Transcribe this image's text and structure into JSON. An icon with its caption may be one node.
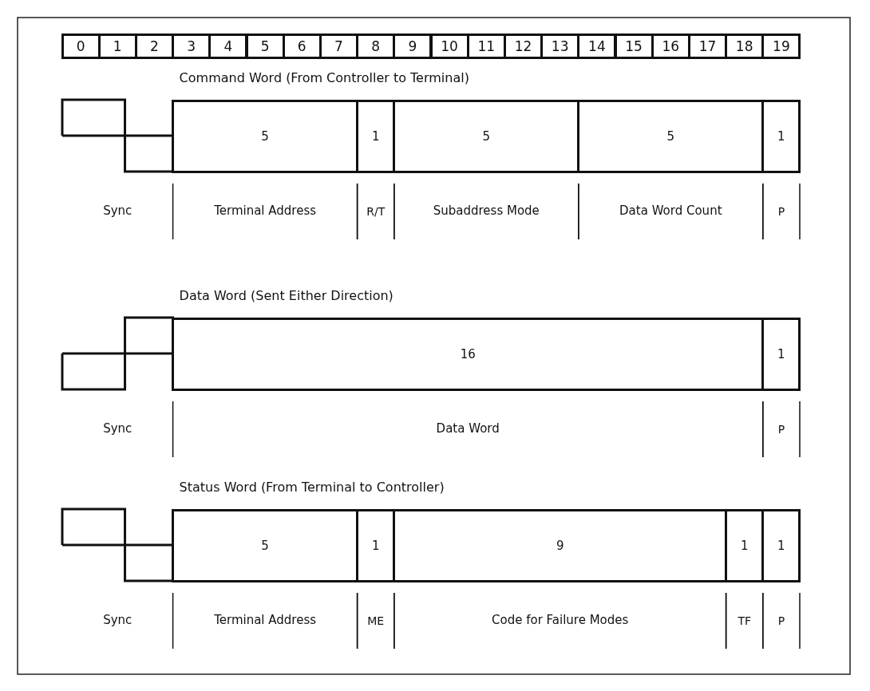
{
  "diagram": {
    "nodes": [
      {
        "text": [
          "0"
        ]
      },
      {
        "text": [
          "1"
        ]
      },
      {
        "text": [
          "2"
        ]
      },
      {
        "text": [
          "3"
        ]
      },
      {
        "text": [
          "4"
        ]
      },
      {
        "text": [
          "5"
        ]
      },
      {
        "text": [
          "6"
        ]
      },
      {
        "text": [
          "7"
        ]
      },
      {
        "text": [
          "8"
        ]
      },
      {
        "text": [
          "9"
        ]
      },
      {
        "text": [
          "10"
        ]
      },
      {
        "text": [
          "11"
        ]
      },
      {
        "text": [
          "12"
        ]
      },
      {
        "text": [
          "13"
        ]
      },
      {
        "text": [
          "14"
        ]
      },
      {
        "text": [
          "15"
        ]
      },
      {
        "text": [
          "16"
        ]
      },
      {
        "text": [
          "17"
        ]
      },
      {
        "text": [
          "18"
        ]
      },
      {
        "text": [
          "19"
        ]
      },
      {
        "text": [
          "5"
        ]
      },
      {
        "text": [
          "1"
        ]
      },
      {
        "text": [
          "5"
        ]
      },
      {
        "text": [
          "5"
        ]
      },
      {
        "text": [
          "1"
        ]
      },
      {
        "text": [
          "16"
        ]
      },
      {
        "text": [
          "1"
        ]
      },
      {
        "text": [
          "5"
        ]
      },
      {
        "text": [
          "1"
        ]
      },
      {
        "text": [
          "9"
        ]
      },
      {
        "text": [
          "1"
        ]
      },
      {
        "text": [
          "1"
        ]
      }
    ],
    "labels": [
      "Command Word (From Controller to Terminal)",
      "Sync",
      "Terminal Address",
      "R/T",
      "Subaddress Mode",
      "Data Word Count",
      "P",
      "Data Word (Sent Either Direction)",
      "Sync",
      "Data Word",
      "P",
      "Status Word (From Terminal to Controller)",
      "Sync",
      "Terminal Address",
      "ME",
      "Code for Failure Modes",
      "TF",
      "P"
    ]
  }
}
